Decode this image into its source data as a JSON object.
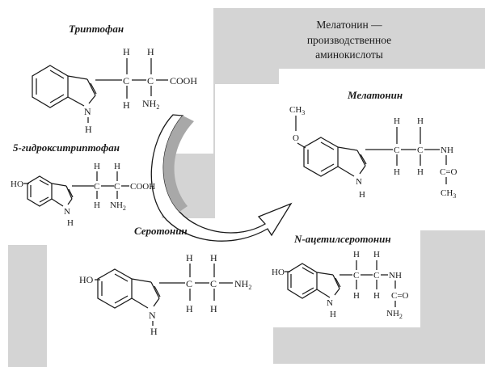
{
  "caption": {
    "line1": "Мелатонин —",
    "line2": "производственное",
    "line3": "аминокислоты"
  },
  "molecules": {
    "tryptophan": {
      "title": "Триптофан",
      "ring_n": "N",
      "ring_h": "H",
      "h1": "H",
      "h2": "H",
      "h3": "H",
      "cooh": "COOH",
      "nh": "NH",
      "nh_sub": "2"
    },
    "hydroxytryptophan": {
      "title": "5-гидрокситриптофан",
      "ho": "HO",
      "ring_n": "N",
      "ring_h": "H",
      "h1": "H",
      "h2": "H",
      "h3": "H",
      "cooh": "COOH",
      "nh": "NH",
      "nh_sub": "2"
    },
    "serotonin": {
      "title": "Серотонин",
      "ho": "HO",
      "ring_n": "N",
      "ring_h": "H",
      "h1": "H",
      "h2": "H",
      "h3": "H",
      "h4": "H",
      "nh": "NH",
      "nh_sub": "2"
    },
    "acetylserotonin": {
      "title": "N-ацетилсеротонин",
      "ho": "HO",
      "ring_n": "N",
      "ring_h": "H",
      "h1": "H",
      "h2": "H",
      "h3": "H",
      "h4": "H",
      "nh": "NH",
      "c_o": "C=O",
      "nh2": "NH",
      "nh2_sub": "2"
    },
    "melatonin": {
      "title": "Мелатонин",
      "ch3_top": "CH",
      "ch3_top_sub": "3",
      "o": "O",
      "ring_n": "N",
      "ring_h": "H",
      "h1": "H",
      "h2": "H",
      "h3": "H",
      "h4": "H",
      "nh": "NH",
      "c_o": "C=O",
      "ch3": "CH",
      "ch3_sub": "3"
    }
  }
}
